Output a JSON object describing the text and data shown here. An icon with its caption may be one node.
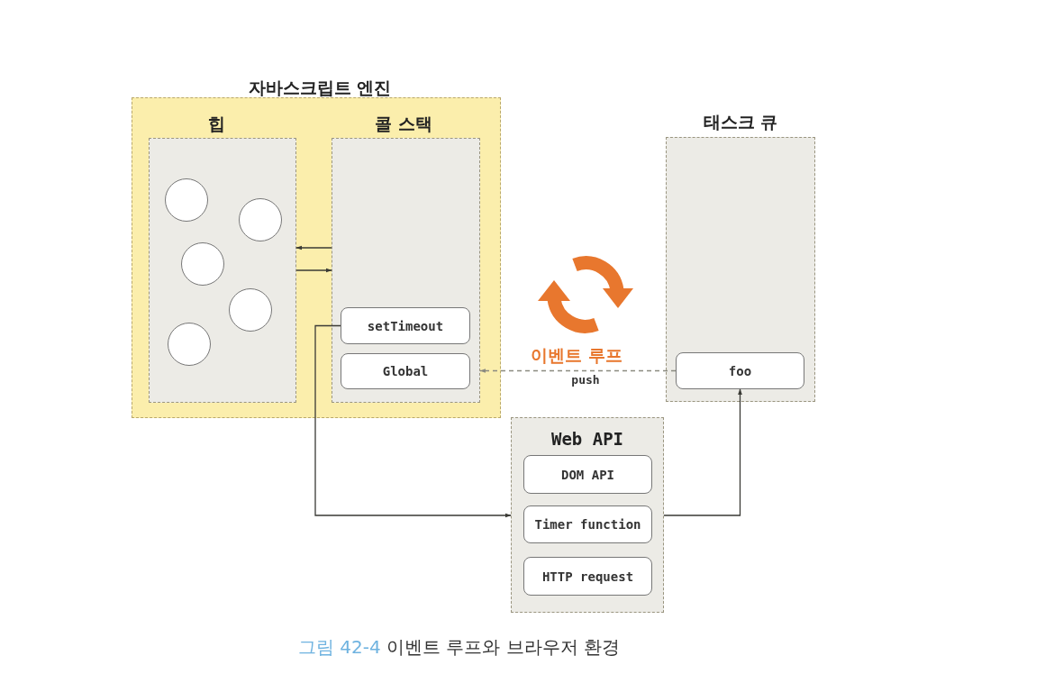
{
  "diagram": {
    "caption": "그림 42-4 이벤트 루프와 브라우저 환경",
    "nodes": [
      {
        "text": [
          "자바스크립트 엔진"
        ]
      },
      {
        "text": [
          "힙"
        ],
        "in": 0
      },
      {
        "text": [],
        "shape": "circle",
        "in": 1
      },
      {
        "text": [],
        "shape": "circle",
        "in": 1
      },
      {
        "text": [],
        "shape": "circle",
        "in": 1
      },
      {
        "text": [],
        "shape": "circle",
        "in": 1
      },
      {
        "text": [],
        "shape": "circle",
        "in": 1
      },
      {
        "text": [
          "콜 스택"
        ],
        "in": 0
      },
      {
        "text": [
          "setTimeout"
        ],
        "in": 7
      },
      {
        "text": [
          "Global"
        ],
        "in": 7
      },
      {
        "text": [
          "태스크 큐"
        ]
      },
      {
        "text": [
          "foo"
        ],
        "in": 10
      },
      {
        "text": [
          "Web API"
        ]
      },
      {
        "text": [
          "DOM API"
        ],
        "in": 12
      },
      {
        "text": [
          "Timer function"
        ],
        "in": 12
      },
      {
        "text": [
          "HTTP request"
        ],
        "in": 12
      }
    ],
    "edges": [
      {
        "from": 7,
        "to": 1,
        "arrow": "to"
      },
      {
        "from": 1,
        "to": 7,
        "arrow": "to"
      },
      {
        "from": 8,
        "to": 12,
        "arrow": "to"
      },
      {
        "from": 12,
        "to": 11,
        "arrow": "to"
      },
      {
        "from": 11,
        "to": 7,
        "arrow": "to",
        "label": "push",
        "style": "dashed",
        "color": "#8a8a80"
      }
    ],
    "labels": [
      "이벤트 루프"
    ]
  }
}
